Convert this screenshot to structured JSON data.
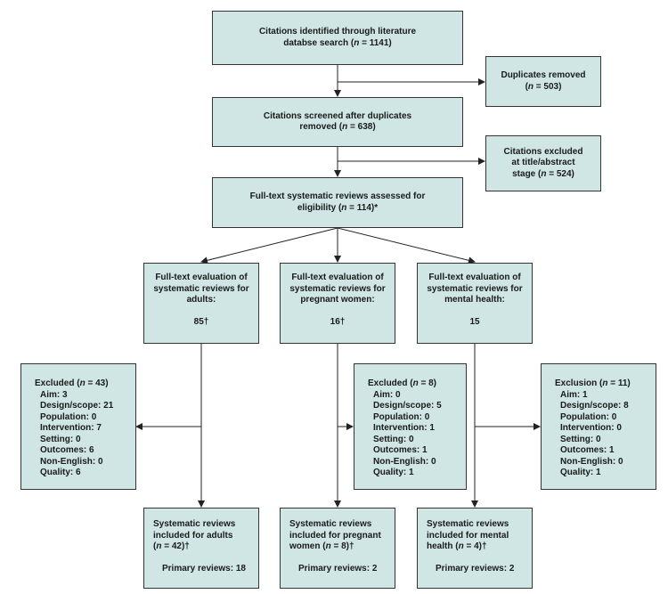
{
  "identified": {
    "line1": "Citations identified through literature",
    "line2_pre": "databse search (",
    "n_label": "n",
    "line2_post": " = 1141)"
  },
  "duplicates": {
    "line1": "Duplicates removed",
    "line2_pre": "(",
    "n_label": "n",
    "line2_post": " = 503)"
  },
  "screened": {
    "line1": "Citations screened after duplicates",
    "line2_pre": "removed (",
    "n_label": "n",
    "line2_post": " = 638)"
  },
  "excluded_title": {
    "line1": "Citations excluded",
    "line2": "at title/abstract",
    "line3_pre": "stage (",
    "n_label": "n",
    "line3_post": " = 524)"
  },
  "fulltext": {
    "line1": "Full-text systematic reviews assessed for",
    "line2_pre": "eligibility (",
    "n_label": "n",
    "line2_post": " = 114)*"
  },
  "eval_adults": {
    "line1": "Full-text evaluation of",
    "line2": "systematic reviews for",
    "line3": "adults:",
    "count": "85†"
  },
  "eval_pregnant": {
    "line1": "Full-text evaluation of",
    "line2": "systematic reviews for",
    "line3": "pregnant women:",
    "count": "16†"
  },
  "eval_mental": {
    "line1": "Full-text evaluation of",
    "line2": "systematic reviews for",
    "line3": "mental health:",
    "count": "15"
  },
  "excl_adults": {
    "head_pre": "Excluded (",
    "n_label": "n",
    "head_post": " = 43)",
    "items": [
      "Aim: 3",
      "Design/scope: 21",
      "Population: 0",
      "Intervention: 7",
      "Setting: 0",
      "Outcomes: 6",
      "Non-English: 0",
      "Quality: 6"
    ]
  },
  "excl_pregnant": {
    "head_pre": "Excluded (",
    "n_label": "n",
    "head_post": " = 8)",
    "items": [
      "Aim: 0",
      "Design/scope: 5",
      "Population: 0",
      "Intervention: 1",
      "Setting: 0",
      "Outcomes: 1",
      "Non-English: 0",
      "Quality: 1"
    ]
  },
  "excl_mental": {
    "head_pre": "Exclusion (",
    "n_label": "n",
    "head_post": " = 11)",
    "items": [
      "Aim: 1",
      "Design/scope: 8",
      "Population: 0",
      "Intervention: 0",
      "Setting: 0",
      "Outcomes: 1",
      "Non-English: 0",
      "Quality: 1"
    ]
  },
  "incl_adults": {
    "line1": "Systematic reviews",
    "line2": "included for adults",
    "line3_pre": "(",
    "n_label": "n",
    "line3_post": " = 42)†",
    "primary": "Primary reviews: 18"
  },
  "incl_pregnant": {
    "line1": "Systematic reviews",
    "line2": "included for pregnant",
    "line3_pre": "women (",
    "n_label": "n",
    "line3_post": " = 8)†",
    "primary": "Primary reviews: 2"
  },
  "incl_mental": {
    "line1": "Systematic reviews",
    "line2": "included for mental",
    "line3_pre": "health (",
    "n_label": "n",
    "line3_post": " = 4)†",
    "primary": "Primary reviews: 2"
  },
  "colors": {
    "box_fill": "#cfe6e5",
    "border": "#333333",
    "line": "#222222"
  }
}
